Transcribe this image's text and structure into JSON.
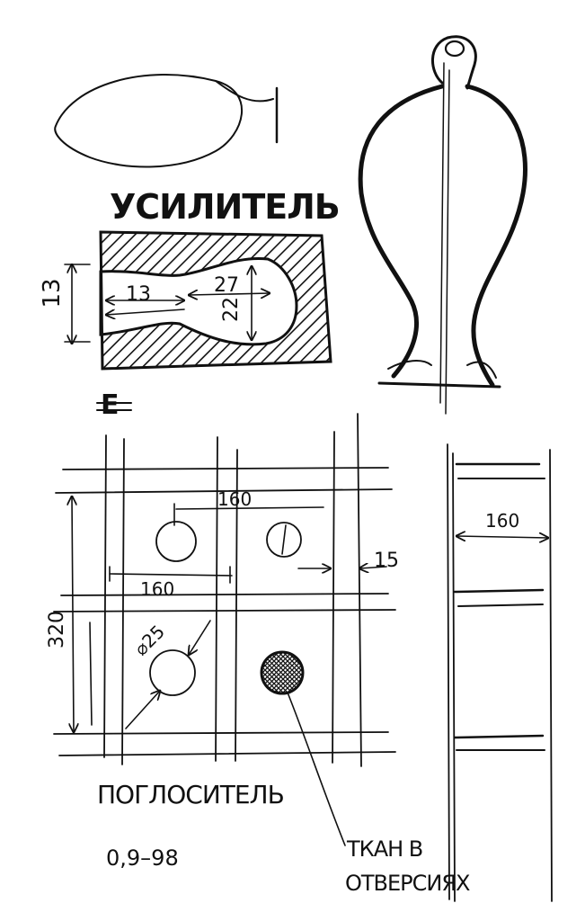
{
  "colors": {
    "ink": "#111111",
    "paper": "#ffffff"
  },
  "amplifier": {
    "title": "УСИЛИТЕЛЬ",
    "dim_height": "13",
    "dim_neck": "13",
    "dim_chamber_w": "27",
    "dim_chamber_h": "22",
    "mark": "Е"
  },
  "absorber": {
    "dim_top": "160",
    "dim_left_span": "160",
    "dim_gap": "15",
    "dim_height": "320",
    "dim_diameter": "⌀25",
    "title": "ПОГЛОСИТЕЛЬ",
    "value": "0,9–98",
    "note_line1": "ТКАН В",
    "note_line2": "ОТВЕРСИЯХ"
  },
  "side_view": {
    "dim_width": "160"
  }
}
